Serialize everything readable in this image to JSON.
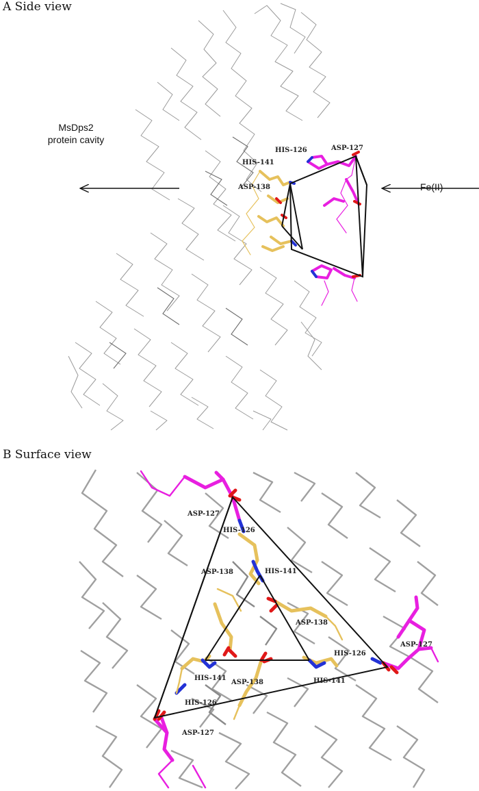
{
  "panel_a": {
    "title": "A  Side view",
    "cavity_label_line1": "MsDps2",
    "cavity_label_line2": "protein cavity",
    "iron_label": "Fe(II)",
    "residues": {
      "his126": "HIS-126",
      "asp127": "ASP-127",
      "his141": "HIS-141",
      "asp138": "ASP-138"
    }
  },
  "panel_b": {
    "title": "B  Surface view",
    "residues": {
      "asp127_top": "ASP-127",
      "his126_top": "HIS-126",
      "his141_top": "HIS-141",
      "asp138_left": "ASP-138",
      "asp138_right": "ASP-138",
      "his126_right": "HIS-126",
      "asp127_right": "ASP-127",
      "his141_right": "HIS-141",
      "asp138_bottom": "ASP-138",
      "his141_left": "HIS-141",
      "his126_left": "HIS-126",
      "asp127_bottom": "ASP-127"
    }
  },
  "colors": {
    "backbone": "#9a9a9a",
    "backbone_dark": "#6e6e6e",
    "asp_his_outer": "#e81fe0",
    "inner_residue": "#e6c15c",
    "nitrogen": "#2332d6",
    "oxygen": "#e01818",
    "guide_lines": "#111111"
  }
}
